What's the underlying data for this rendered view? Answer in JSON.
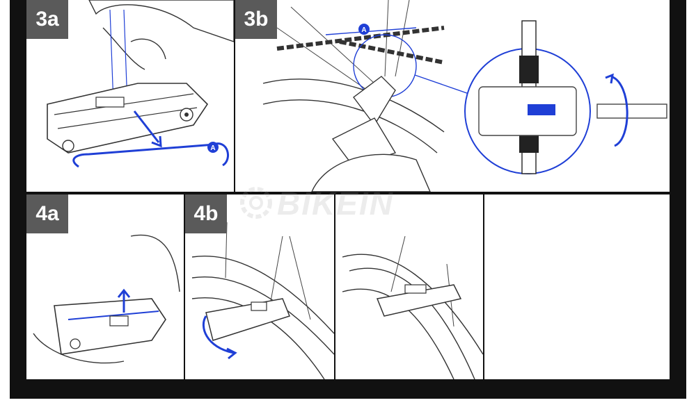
{
  "panels": {
    "p3a": {
      "label": "3a",
      "marker": "A"
    },
    "p3b": {
      "label": "3b",
      "marker": "A"
    },
    "p4a": {
      "label": "4a"
    },
    "p4b": {
      "label": "4b"
    },
    "p4c": {},
    "p4d": {}
  },
  "watermark": {
    "text": "BIKEIN"
  },
  "colors": {
    "frame": "#111111",
    "label_bg": "#5a5a5a",
    "accent": "#1f3fd6",
    "line": "#333333"
  }
}
